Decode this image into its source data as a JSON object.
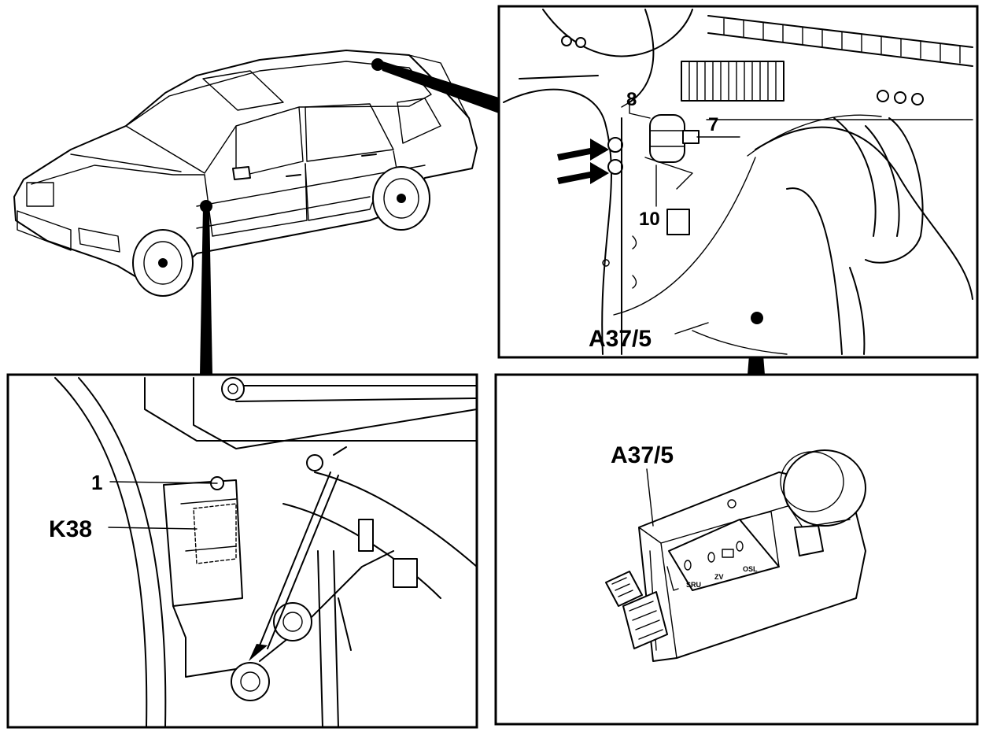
{
  "labels": {
    "top_right_callout_8": "8",
    "top_right_callout_7": "7",
    "top_right_callout_10": "10",
    "top_right_part": "A37/5",
    "bottom_left_callout_1": "1",
    "bottom_left_part": "K38",
    "bottom_right_part": "A37/5",
    "module_marking_sru": "SRU",
    "module_marking_zv": "ZV",
    "module_marking_osl": "OSL"
  }
}
